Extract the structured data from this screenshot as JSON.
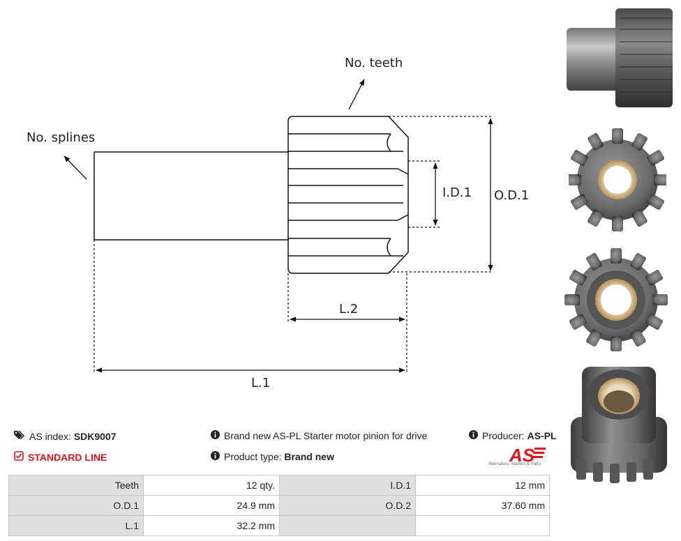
{
  "drawing_labels": {
    "no_teeth": "No. teeth",
    "no_splines": "No. splines",
    "id1": "I.D.1",
    "od1": "O.D.1",
    "l2": "L.2",
    "l1": "L.1"
  },
  "info": {
    "as_index_label": "AS index:",
    "as_index_value": "SDK9007",
    "standard_line": "STANDARD LINE",
    "description": "Brand new AS-PL Starter motor pinion for drive",
    "product_type_label": "Product type:",
    "product_type_value": "Brand new",
    "producer_label": "Producer:",
    "producer_value": "AS-PL"
  },
  "logo": {
    "mark": "AS",
    "tagline": "Alternators, Starters & Parts",
    "color": "#e0161c"
  },
  "specs": {
    "rows": [
      {
        "l1": "Teeth",
        "v1": "12 qty.",
        "l2": "I.D.1",
        "v2": "12 mm"
      },
      {
        "l1": "O.D.1",
        "v1": "24.9 mm",
        "l2": "O.D.2",
        "v2": "37.60 mm"
      },
      {
        "l1": "L.1",
        "v1": "32.2 mm",
        "l2": "",
        "v2": ""
      }
    ]
  },
  "icons": [
    "tags-icon",
    "check-square-icon",
    "info-icon"
  ]
}
